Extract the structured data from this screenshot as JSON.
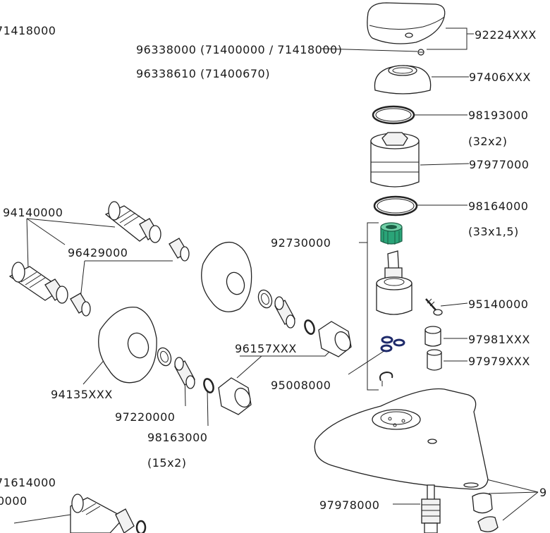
{
  "labels": {
    "l71418000": "71418000",
    "l96338000": "96338000 (71400000 / 71418000)",
    "l96338610": "96338610 (71400670)",
    "l92224": "92224XXX",
    "l97406": "97406XXX",
    "l98193": "98193000",
    "l98193s": "(32x2)",
    "l97977": "97977000",
    "l98164": "98164000",
    "l98164s": "(33x1,5)",
    "l92730": "92730000",
    "l94140": "94140000",
    "l96429": "96429000",
    "l95140": "95140000",
    "l97981": "97981XXX",
    "l97979": "97979XXX",
    "l96157": "96157XXX",
    "l95008": "95008000",
    "l94135": "94135XXX",
    "l97220": "97220000",
    "l98163": "98163000",
    "l98163s": "(15x2)",
    "l71614": "71614000",
    "l0000": "0000",
    "l97978": "97978000",
    "l9": "9"
  }
}
